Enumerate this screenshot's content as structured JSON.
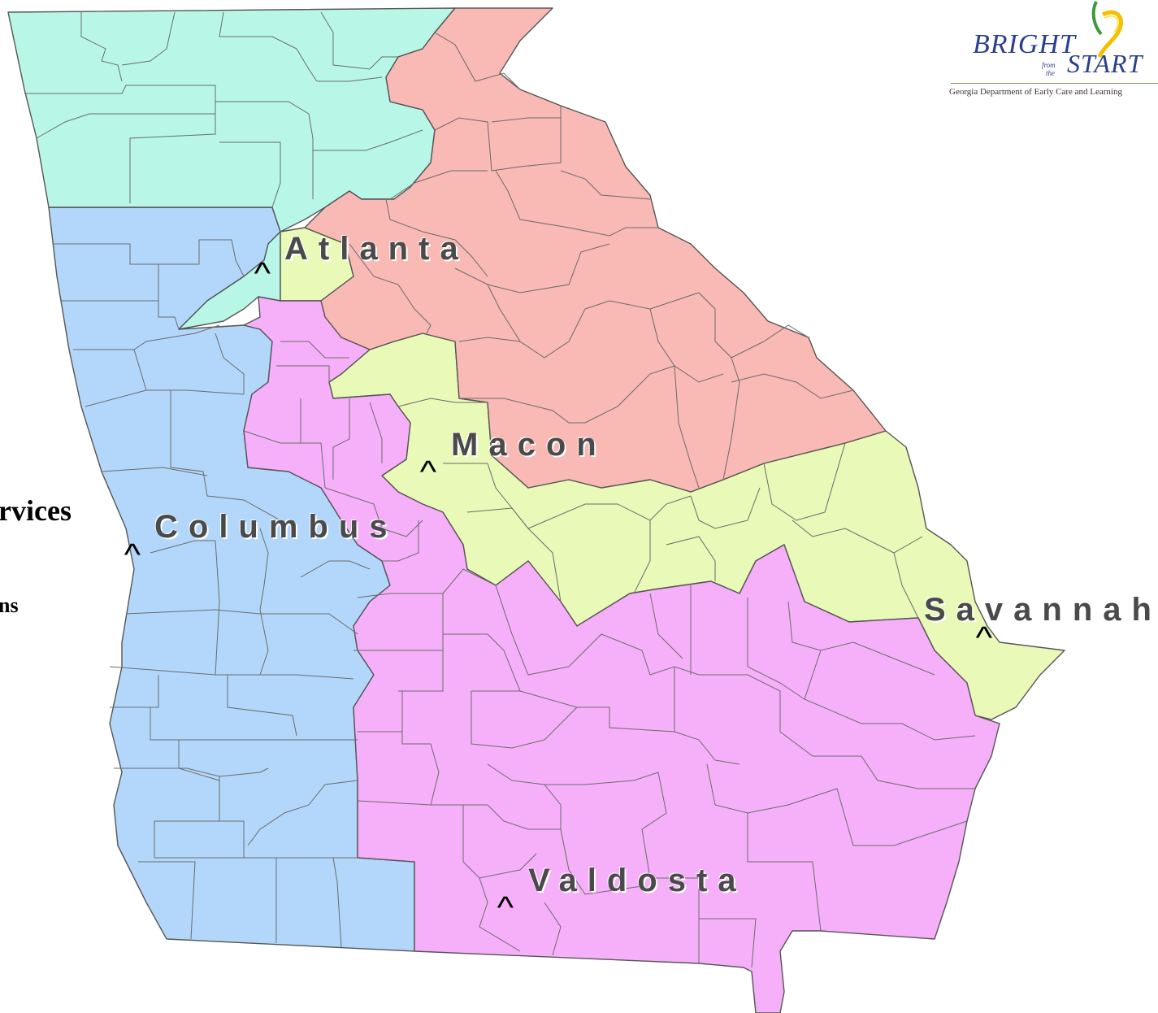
{
  "logo": {
    "bright": "BRIGHT",
    "from": "from",
    "the": "the",
    "start": "START",
    "department": "Georgia Department of Early Care and Learning"
  },
  "side_text": {
    "line1": "rvices",
    "line2": "ns"
  },
  "cities": [
    {
      "name": "Atlanta",
      "marker": "^"
    },
    {
      "name": "Macon",
      "marker": "^"
    },
    {
      "name": "Columbus",
      "marker": "^"
    },
    {
      "name": "Savannah",
      "marker": "^"
    },
    {
      "name": "Valdosta",
      "marker": "^"
    }
  ],
  "regions": [
    {
      "id": "northwest",
      "color": "#b8f7e8"
    },
    {
      "id": "northeast",
      "color": "#f9b9b4"
    },
    {
      "id": "central",
      "color": "#e8f9b8"
    },
    {
      "id": "west",
      "color": "#b3d7fb"
    },
    {
      "id": "south",
      "color": "#f6b0f9"
    }
  ],
  "colors": {
    "county_border": "#6b6b6b",
    "label_text": "#4a4a4a"
  }
}
